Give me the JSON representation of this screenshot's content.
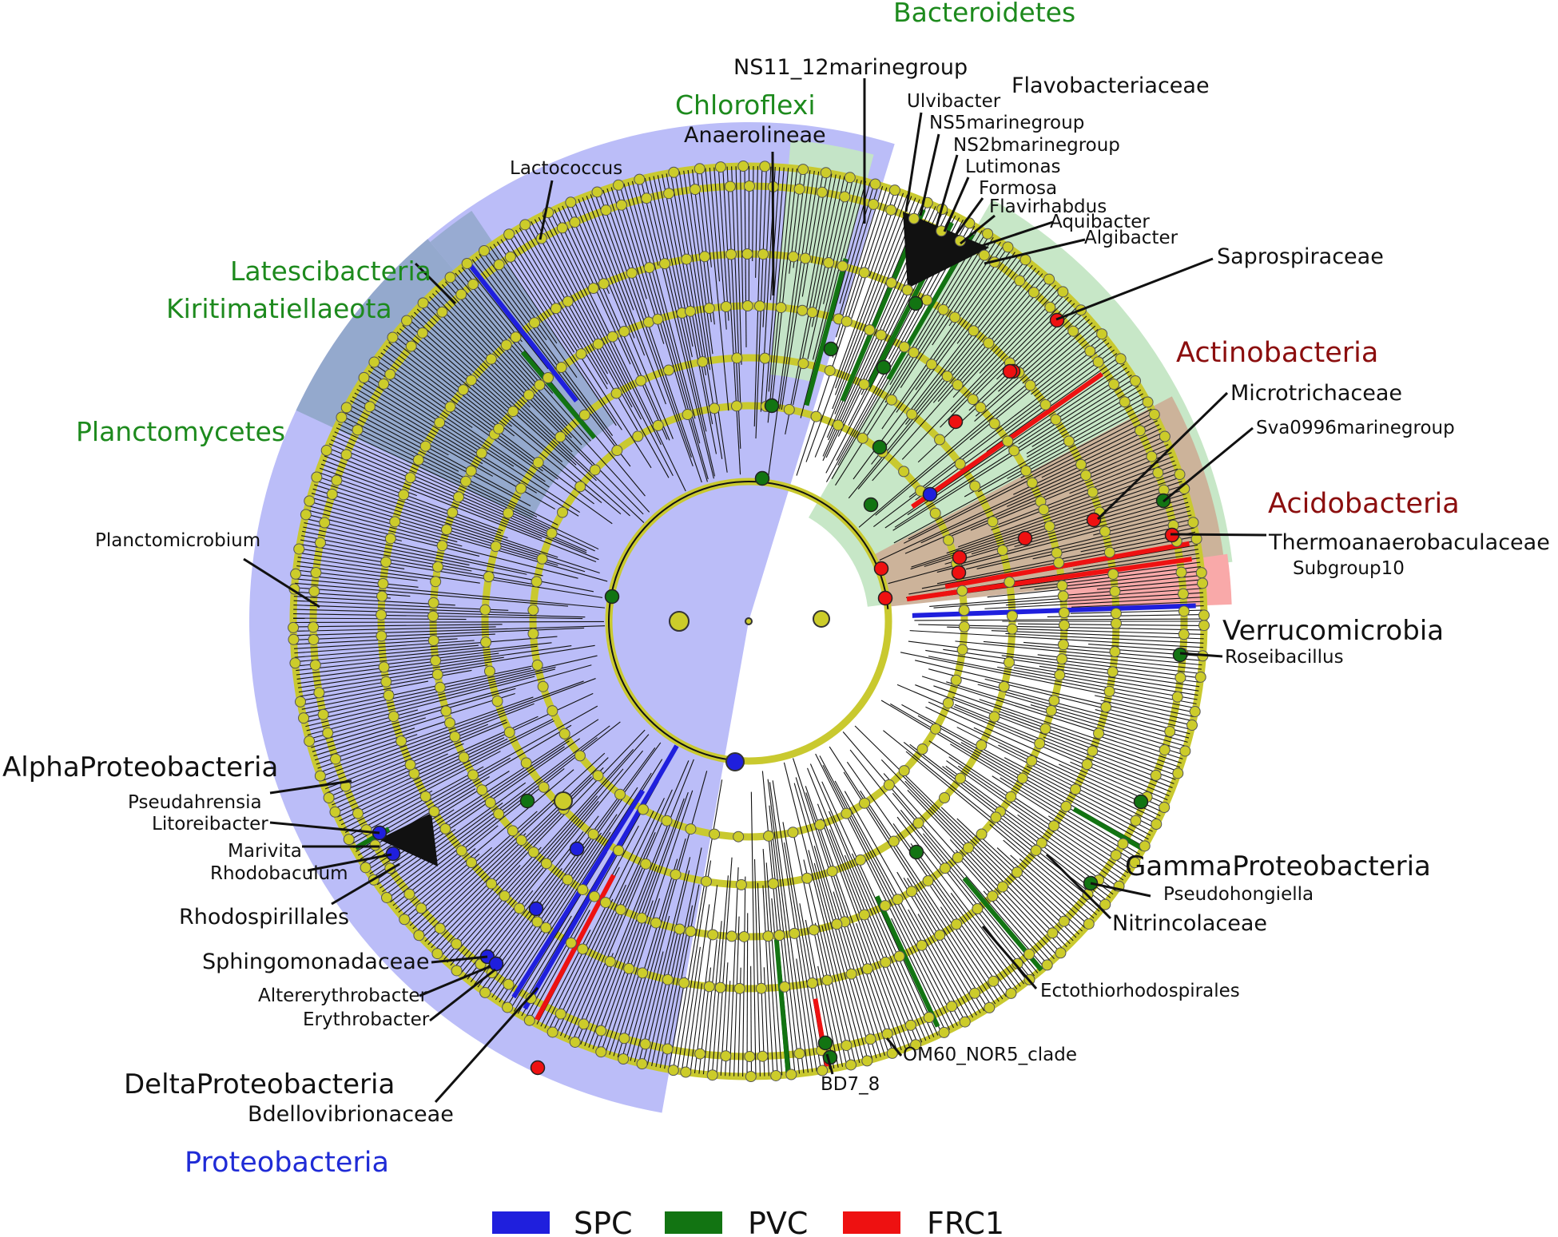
{
  "colors": {
    "SPC": "#1f1fdd",
    "PVC": "#127412",
    "FRC1": "#ee1111",
    "node": "#cccc2a",
    "proteobacteria_band": "#b4b6f7",
    "bacteroidetes_band": "#c4e6c4",
    "planctomycetes_band": "#90a6c8",
    "acidobacteria_band": "#ccb098",
    "subgroup10_band": "#f9a9a9"
  },
  "clades": {
    "bacteroidetes": "Bacteroidetes",
    "chloroflexi": "Chloroflexi",
    "latescibacteria": "Latescibacteria",
    "kiritimatiellaeota": "Kiritimatiellaeota",
    "planctomycetes": "Planctomycetes",
    "actinobacteria": "Actinobacteria",
    "acidobacteria": "Acidobacteria",
    "verrucomicrobia": "Verrucomicrobia",
    "alphaproteobacteria": "AlphaProteobacteria",
    "gammaproteobacteria": "GammaProteobacteria",
    "deltaproteobacteria": "DeltaProteobacteria",
    "proteobacteria": "Proteobacteria"
  },
  "taxa": {
    "ns11_12marinegroup": "NS11_12marinegroup",
    "flavobacteriaceae": "Flavobacteriaceae",
    "ulvibacter": "Ulvibacter",
    "ns5marinegroup": "NS5marinegroup",
    "ns2bmarinegroup": "NS2bmarinegroup",
    "lutimonas": "Lutimonas",
    "formosa": "Formosa",
    "flavirhabdus": "Flavirhabdus",
    "aquibacter": "Aquibacter",
    "algibacter": "Algibacter",
    "anaerolineae": "Anaerolineae",
    "lactococcus": "Lactococcus",
    "saprospiraceae": "Saprospiraceae",
    "microtrichaceae": "Microtrichaceae",
    "sva0996marinegroup": "Sva0996marinegroup",
    "thermoanaerobaculaceae": "Thermoanaerobaculaceae",
    "subgroup10": "Subgroup10",
    "roseibacillus": "Roseibacillus",
    "planctomicrobium": "Planctomicrobium",
    "pseudahrensia": "Pseudahrensia",
    "litoreibacter": "Litoreibacter",
    "marivita": "Marivita",
    "rhodobaculum": "Rhodobaculum",
    "rhodospirillales": "Rhodospirillales",
    "sphingomonadaceae": "Sphingomonadaceae",
    "altererythrobacter": "Altererythrobacter",
    "erythrobacter": "Erythrobacter",
    "bdellovibrionaceae": "Bdellovibrionaceae",
    "pseudohongiella": "Pseudohongiella",
    "nitrincolaceae": "Nitrincolaceae",
    "ectothiorhodospirales": "Ectothiorhodospirales",
    "om60_nor5_clade": "OM60_NOR5_clade",
    "bd7_8": "BD7_8"
  },
  "legend": [
    {
      "label": "SPC",
      "color": "#1f1fdd"
    },
    {
      "label": "PVC",
      "color": "#127412"
    },
    {
      "label": "FRC1",
      "color": "#ee1111"
    }
  ]
}
